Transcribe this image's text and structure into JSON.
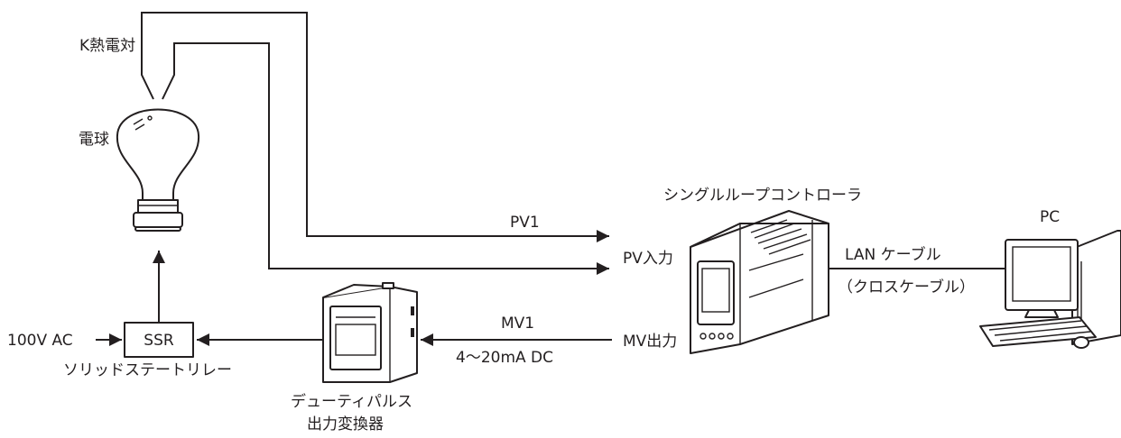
{
  "labels": {
    "thermocouple": "K熱電対",
    "bulb": "電球",
    "controller": "シングルループコントローラ",
    "pc": "PC",
    "pv1": "PV1",
    "pv_input": "PV入力",
    "lan_cable": "LAN ケーブル",
    "cross_cable": "（クロスケーブル）",
    "mv1": "MV1",
    "mv_range": "4〜20mA DC",
    "mv_output": "MV出力",
    "ac_supply": "100V AC",
    "ssr": "SSR",
    "ssr_caption": "ソリッドステートリレー",
    "converter_caption_1": "デューティパルス",
    "converter_caption_2": "出力変換器"
  },
  "colors": {
    "line": "#231f20",
    "background": "#ffffff"
  }
}
